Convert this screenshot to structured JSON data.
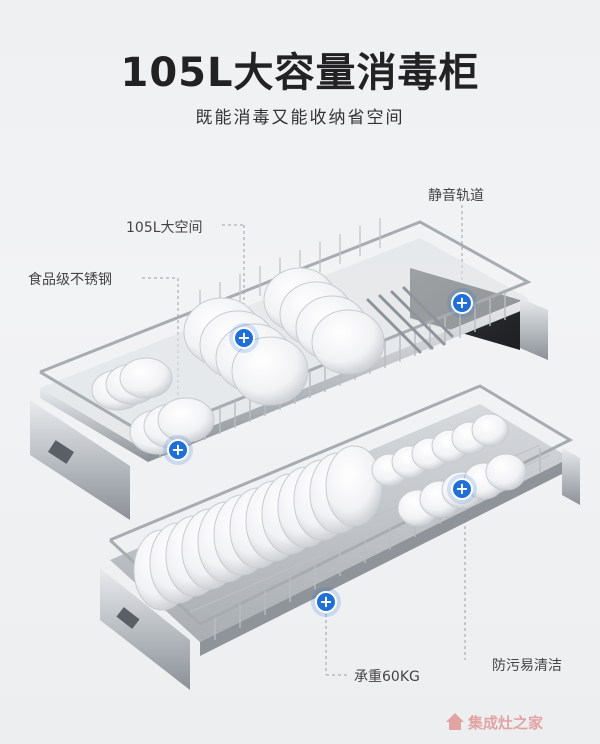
{
  "header": {
    "title": "105L大容量消毒柜",
    "subtitle": "既能消毒又能收纳省空间"
  },
  "callouts": {
    "large_space": "105L大空间",
    "food_grade_steel": "食品级不锈钢",
    "silent_rail": "静音轨道",
    "load_bearing": "承重60KG",
    "anti_fouling": "防污易清洁"
  },
  "hotspot_symbol": "+",
  "watermark": {
    "text": "集成灶之家"
  },
  "colors": {
    "accent": "#1f6fd6",
    "background": "#eef0f2",
    "steel": "#9aa0a6",
    "dark_liner": "#2a2d31"
  }
}
